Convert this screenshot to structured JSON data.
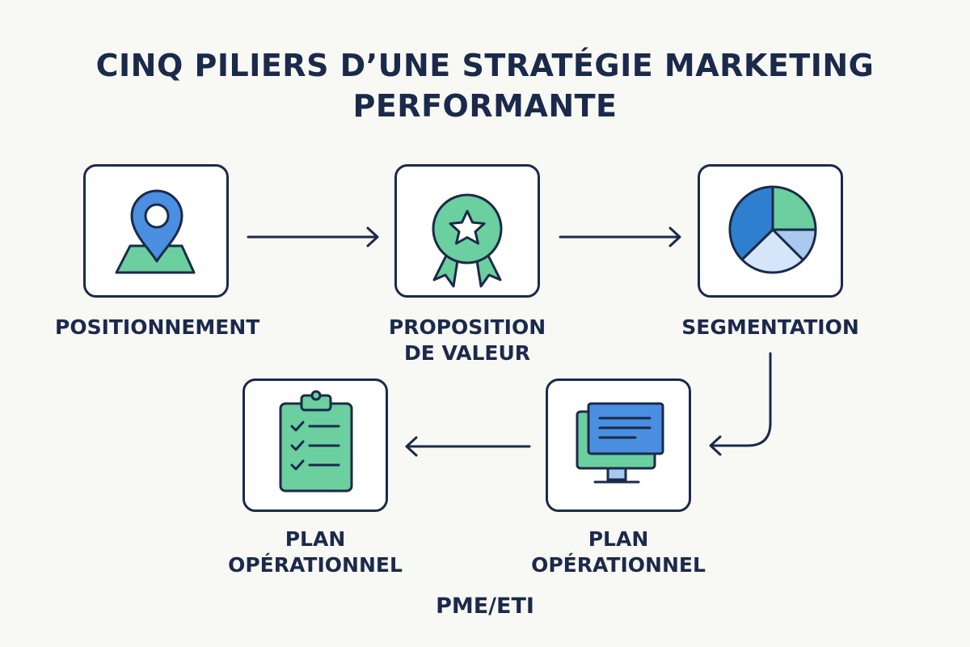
{
  "title": {
    "line1": "CINQ PILIERS D’UNE STRATÉGIE MARKETING",
    "line2": "PERFORMANTE"
  },
  "steps": [
    {
      "label_lines": [
        "POSITIONNEMENT"
      ],
      "icon": "map-pin-icon"
    },
    {
      "label_lines": [
        "PROPOSITION",
        "DE VALEUR"
      ],
      "icon": "award-badge-icon"
    },
    {
      "label_lines": [
        "SEGMENTATION"
      ],
      "icon": "pie-chart-icon"
    },
    {
      "label_lines": [
        "PLAN",
        "OPÉRATIONNEL"
      ],
      "icon": "monitor-icon"
    },
    {
      "label_lines": [
        "PLAN",
        "OPÉRATIONNEL"
      ],
      "icon": "clipboard-checklist-icon"
    }
  ],
  "footer": "PME/ETI",
  "colors": {
    "ink": "#1b2a4a",
    "green": "#6bcf9f",
    "blue": "#4a8fe0",
    "dark_blue": "#2f7fd0",
    "light_blue": "#a9c9ef",
    "pale_blue": "#d6e6fa",
    "background": "#f8f8f5"
  }
}
